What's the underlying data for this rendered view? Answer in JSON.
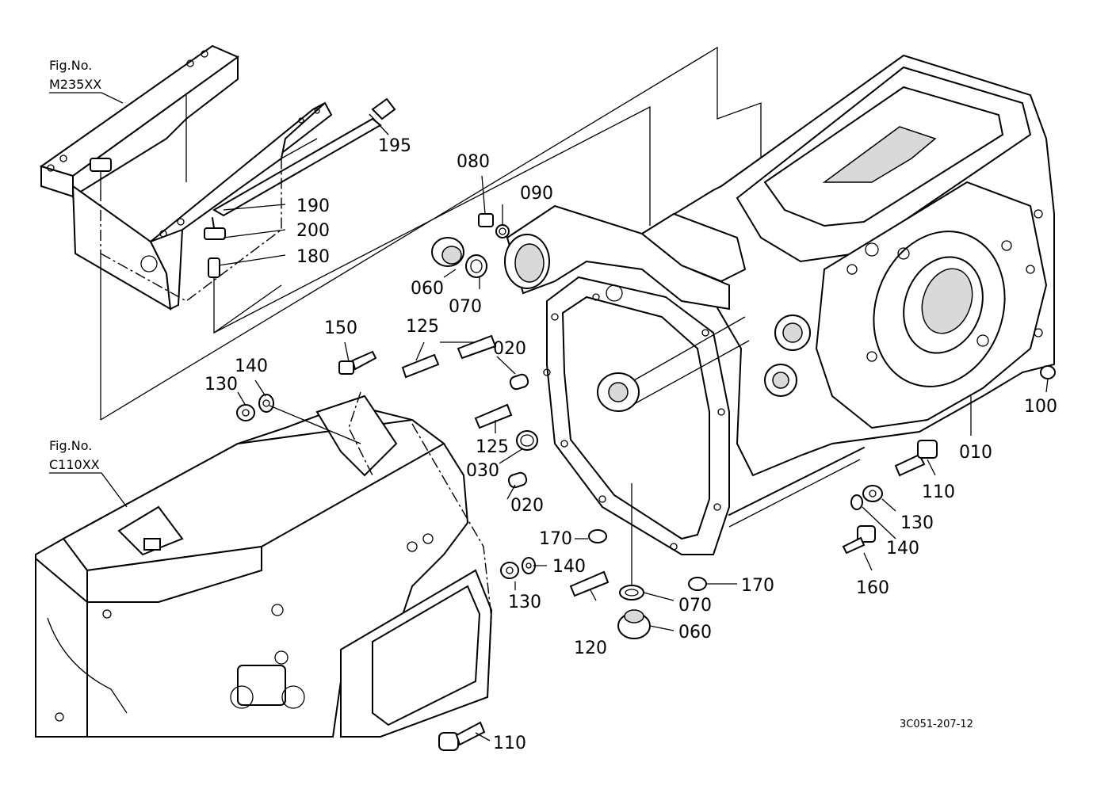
{
  "figure_refs": [
    {
      "label": "Fig.No.",
      "code": "M235XX"
    },
    {
      "label": "Fig.No.",
      "code": "C110XX"
    }
  ],
  "part_labels": {
    "p195": "195",
    "p190": "190",
    "p200": "200",
    "p180": "180",
    "p080": "080",
    "p090": "090",
    "p060a": "060",
    "p070a": "070",
    "p150": "150",
    "p125a": "125",
    "p020a": "020",
    "p140a": "140",
    "p130a": "130",
    "p125b": "125",
    "p030": "030",
    "p020b": "020",
    "p170a": "170",
    "p140b": "140",
    "p130b": "130",
    "p120": "120",
    "p170b": "170",
    "p070b": "070",
    "p060b": "060",
    "p110a": "110",
    "p130c": "130",
    "p140c": "140",
    "p160": "160",
    "p010": "010",
    "p100": "100",
    "p110b": "110"
  },
  "drawing_code": "3C051-207-12"
}
